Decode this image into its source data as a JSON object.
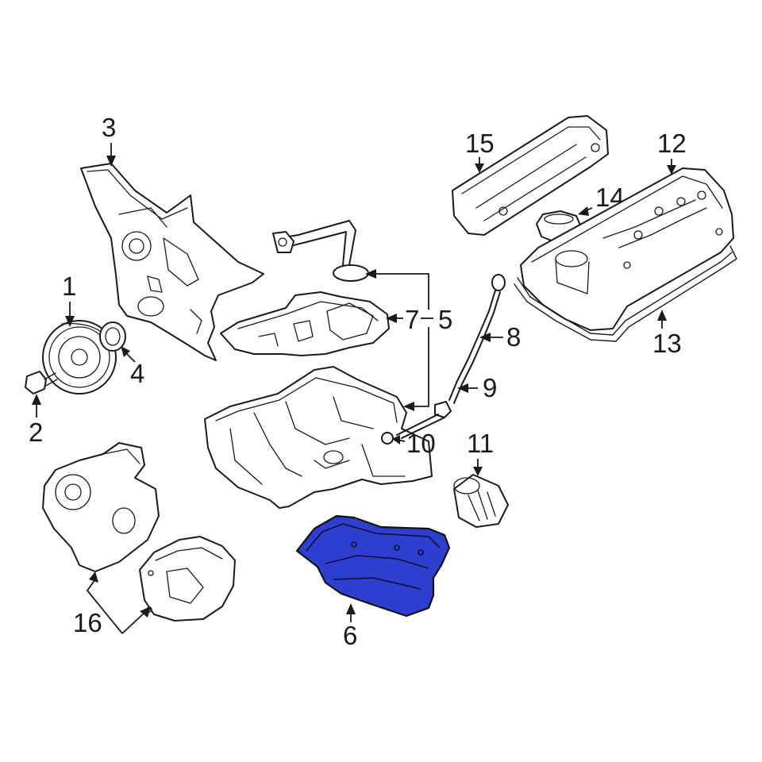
{
  "callouts": {
    "c1": "1",
    "c2": "2",
    "c3": "3",
    "c4": "4",
    "c5": "5",
    "c6": "6",
    "c7": "7",
    "c8": "8",
    "c9": "9",
    "c10": "10",
    "c11": "11",
    "c12": "12",
    "c13": "13",
    "c14": "14",
    "c15": "15",
    "c16": "16"
  },
  "highlighted_part": "6",
  "colors": {
    "highlight": "#2e3fcf",
    "linework": "#1a1a1a",
    "background": "#ffffff"
  }
}
